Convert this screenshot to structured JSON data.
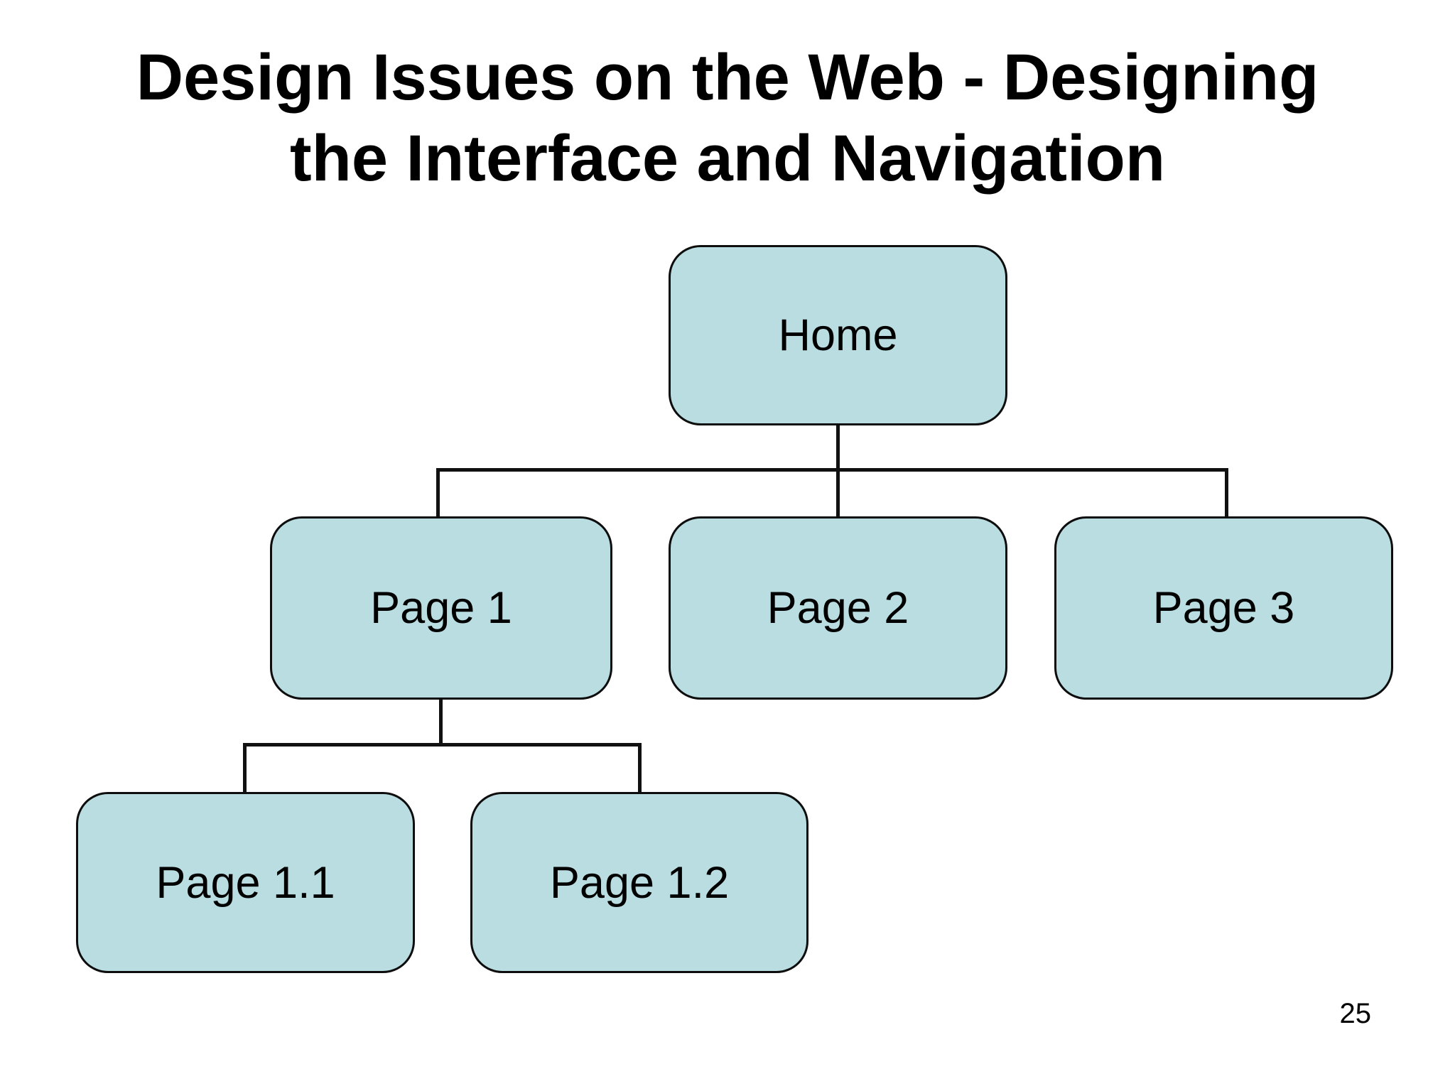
{
  "slide": {
    "title": "Design Issues on the Web - Designing the Interface and Navigation",
    "title_line1": "Design Issues on the Web - Designing",
    "title_line2": "the Interface and Navigation",
    "page_number": "25"
  },
  "diagram": {
    "type": "site-map-hierarchy",
    "node_fill_color": "#b9dde1",
    "node_border_color": "#0d0d0d",
    "connector_color": "#111111",
    "nodes": [
      {
        "id": "home",
        "label": "Home",
        "parent": null
      },
      {
        "id": "page1",
        "label": "Page 1",
        "parent": "home"
      },
      {
        "id": "page2",
        "label": "Page 2",
        "parent": "home"
      },
      {
        "id": "page3",
        "label": "Page 3",
        "parent": "home"
      },
      {
        "id": "page1-1",
        "label": "Page 1.1",
        "parent": "page1"
      },
      {
        "id": "page1-2",
        "label": "Page 1.2",
        "parent": "page1"
      }
    ],
    "edges": [
      [
        "Home",
        "Page 1"
      ],
      [
        "Home",
        "Page 2"
      ],
      [
        "Home",
        "Page 3"
      ],
      [
        "Page 1",
        "Page 1.1"
      ],
      [
        "Page 1",
        "Page 1.2"
      ]
    ]
  }
}
